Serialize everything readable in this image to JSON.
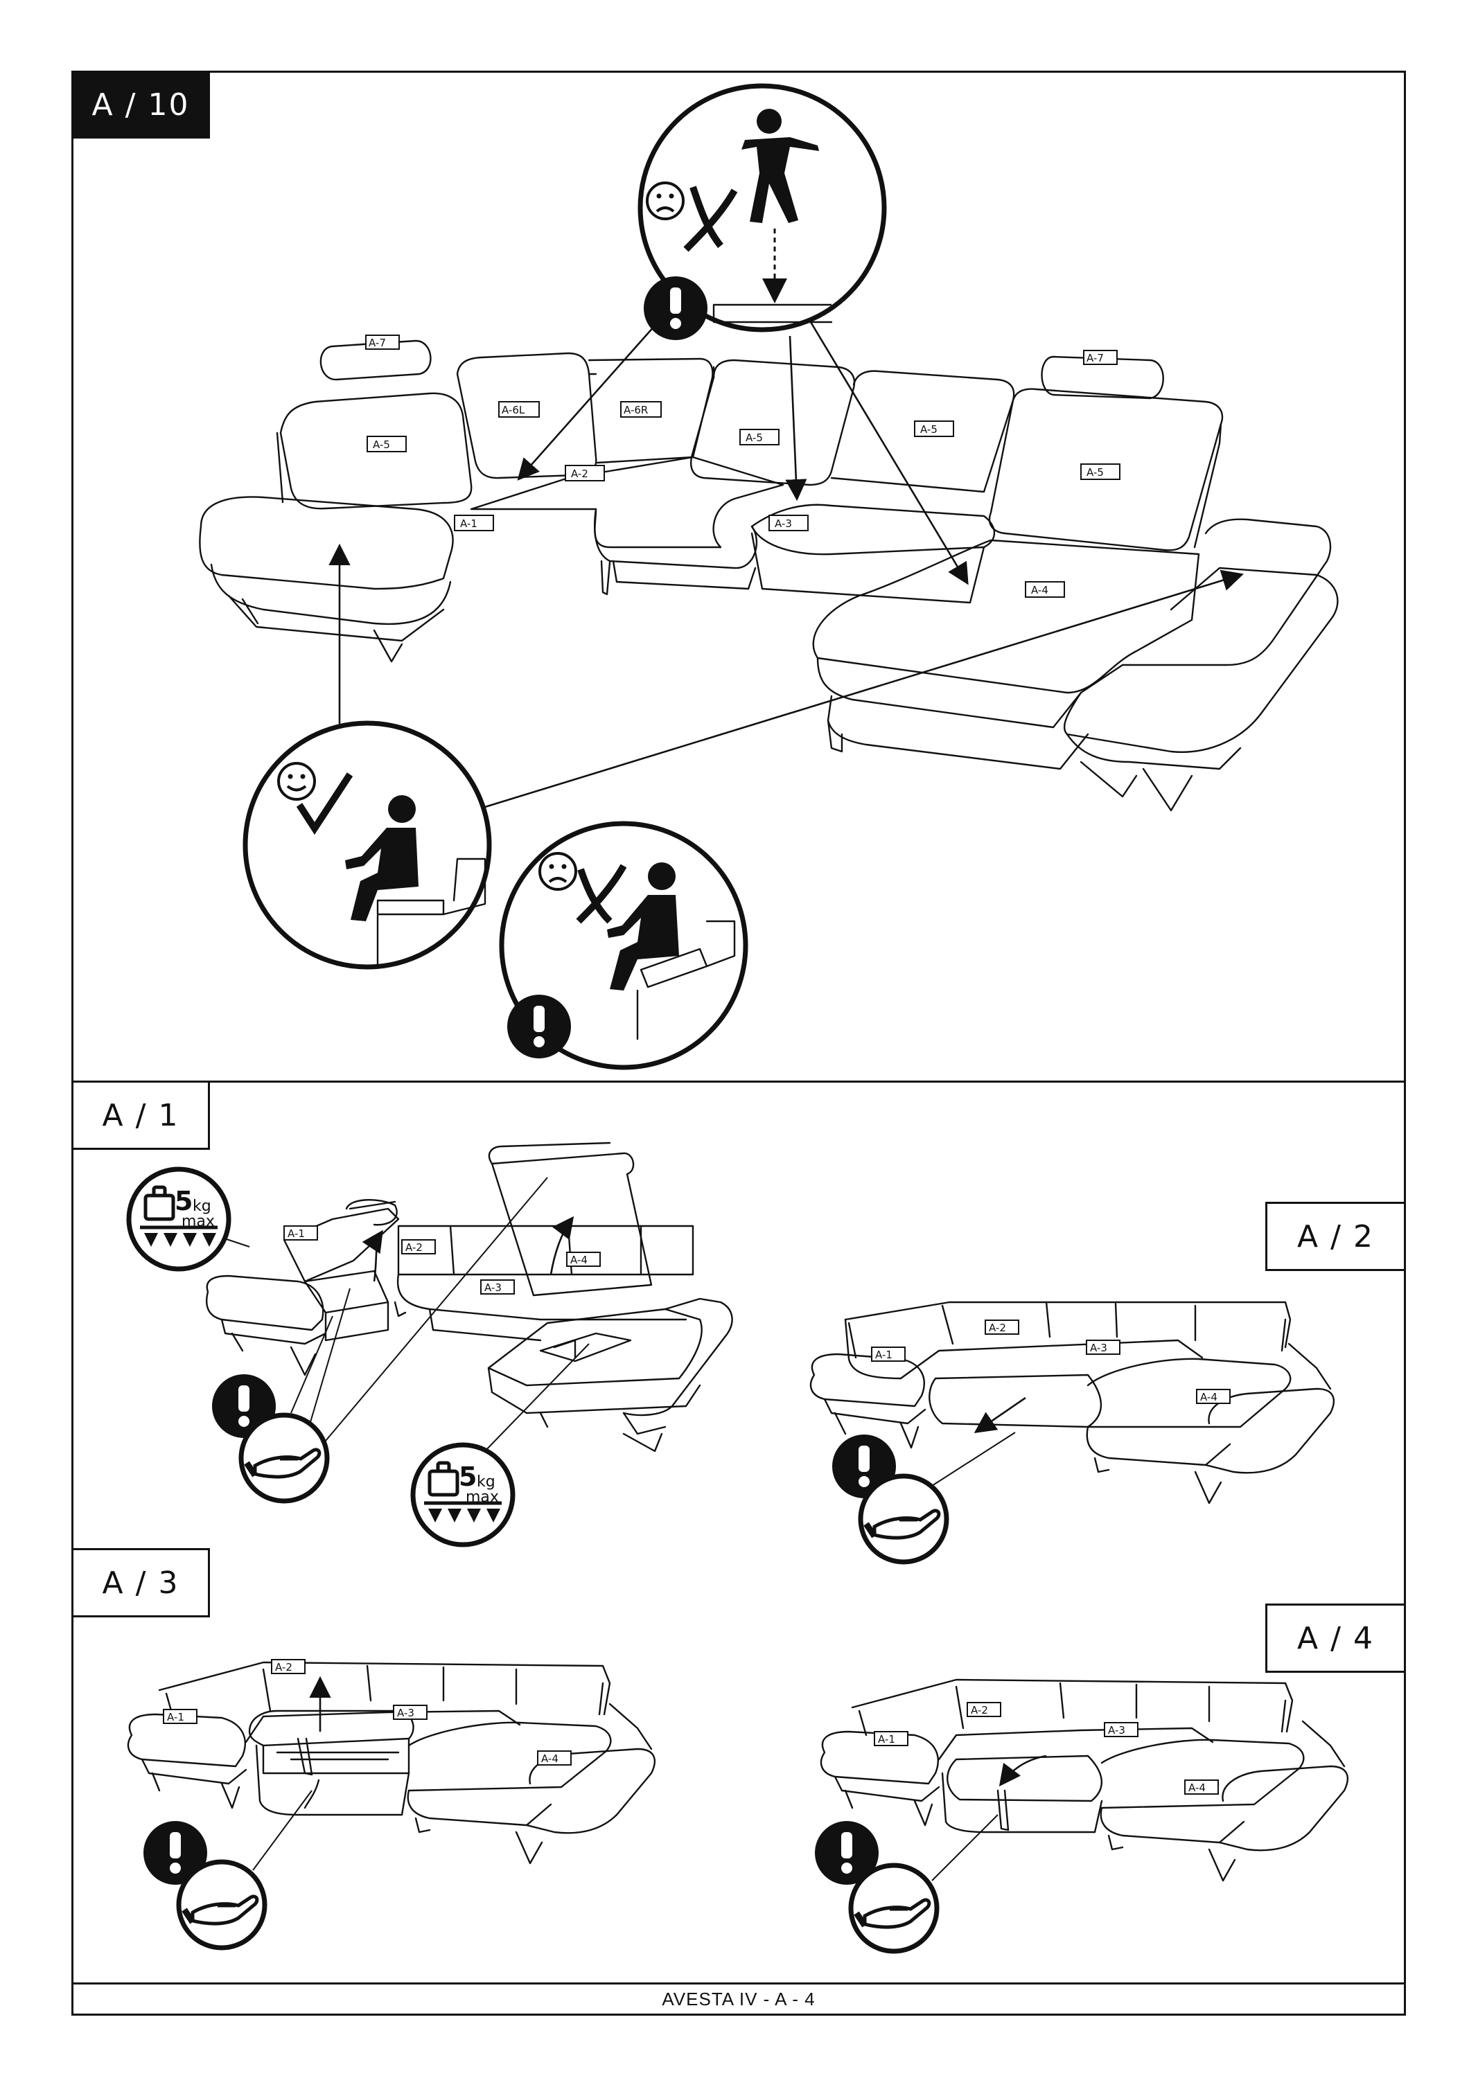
{
  "steps": {
    "main": "A / 10",
    "s1": "A / 1",
    "s2": "A / 2",
    "s3": "A / 3",
    "s4": "A / 4"
  },
  "labels": {
    "a1": "A-1",
    "a2": "A-2",
    "a3": "A-3",
    "a4": "A-4",
    "a5": "A-5",
    "a6l": "A-6L",
    "a6r": "A-6R",
    "a7": "A-7"
  },
  "weight": {
    "value": "5",
    "unit": "kg",
    "limit": "max"
  },
  "icons": {
    "warning": "exclamation-icon",
    "sad": "sad-face-icon",
    "happy": "happy-face-icon",
    "cross": "cross-mark-icon",
    "check": "check-mark-icon",
    "hand": "hand-icon",
    "weight": "weight-icon",
    "standing": "standing-person-icon",
    "sitting": "sitting-person-icon"
  },
  "footer": {
    "text": "AVESTA IV - A - 4"
  }
}
